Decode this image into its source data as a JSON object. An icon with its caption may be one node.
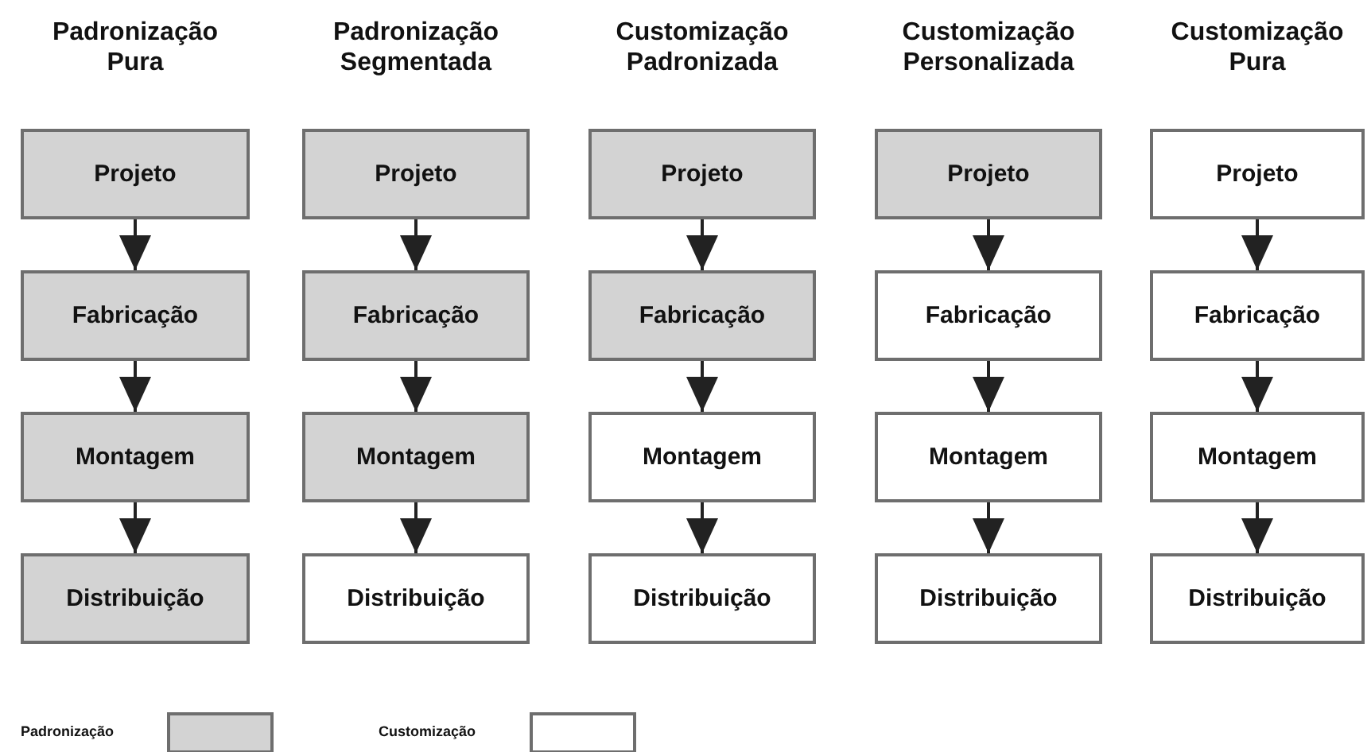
{
  "diagram": {
    "nodes": [
      {
        "text": [
          "Projeto"
        ]
      },
      {
        "text": [
          "Fabricação"
        ]
      },
      {
        "text": [
          "Montagem"
        ]
      },
      {
        "text": [
          "Distribuição"
        ]
      },
      {
        "text": [
          "Projeto"
        ]
      },
      {
        "text": [
          "Fabricação"
        ]
      },
      {
        "text": [
          "Montagem"
        ]
      },
      {
        "text": [
          "Distribuição"
        ]
      },
      {
        "text": [
          "Projeto"
        ]
      },
      {
        "text": [
          "Fabricação"
        ]
      },
      {
        "text": [
          "Montagem"
        ]
      },
      {
        "text": [
          "Distribuição"
        ]
      },
      {
        "text": [
          "Projeto"
        ]
      },
      {
        "text": [
          "Fabricação"
        ]
      },
      {
        "text": [
          "Montagem"
        ]
      },
      {
        "text": [
          "Distribuição"
        ]
      },
      {
        "text": [
          "Projeto"
        ]
      },
      {
        "text": [
          "Fabricação"
        ]
      },
      {
        "text": [
          "Montagem"
        ]
      },
      {
        "text": [
          "Distribuição"
        ]
      }
    ],
    "edges": [
      {
        "from": 0,
        "to": 1,
        "arrow": "to"
      },
      {
        "from": 1,
        "to": 2,
        "arrow": "to"
      },
      {
        "from": 2,
        "to": 3,
        "arrow": "to"
      },
      {
        "from": 4,
        "to": 5,
        "arrow": "to"
      },
      {
        "from": 5,
        "to": 6,
        "arrow": "to"
      },
      {
        "from": 6,
        "to": 7,
        "arrow": "to"
      },
      {
        "from": 8,
        "to": 9,
        "arrow": "to"
      },
      {
        "from": 9,
        "to": 10,
        "arrow": "to"
      },
      {
        "from": 10,
        "to": 11,
        "arrow": "to"
      },
      {
        "from": 12,
        "to": 13,
        "arrow": "to"
      },
      {
        "from": 13,
        "to": 14,
        "arrow": "to"
      },
      {
        "from": 14,
        "to": 15,
        "arrow": "to"
      },
      {
        "from": 16,
        "to": 17,
        "arrow": "to"
      },
      {
        "from": 17,
        "to": 18,
        "arrow": "to"
      },
      {
        "from": 18,
        "to": 19,
        "arrow": "to"
      }
    ],
    "labels": [
      "Padronização Pura",
      "Padronização Segmentada",
      "Customização Padronizada",
      "Customização Personalizada",
      "Customização Pura"
    ],
    "legend": [
      {
        "text": "Padronização",
        "color": "#d3d3d3"
      },
      {
        "text": "Customização",
        "color": "#ffffff"
      }
    ]
  }
}
